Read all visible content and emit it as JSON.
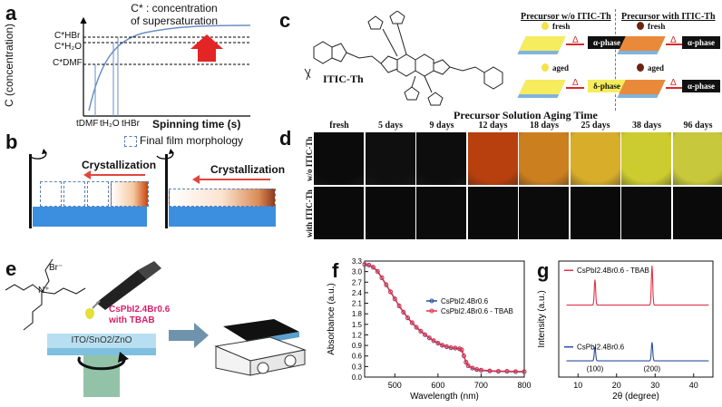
{
  "panel_labels": {
    "a": "a",
    "b": "b",
    "c": "c",
    "d": "d",
    "e": "e",
    "f": "f",
    "g": "g"
  },
  "panel_a": {
    "note_line1": "C* : concentration",
    "note_line2": "of supersaturation",
    "ylabel": "C (concentration)",
    "xlabel": "Spinning time (s)",
    "c_hbr": "C*HBr",
    "c_h2o": "C*H₂O",
    "c_dmf": "C*DMF",
    "t_dmf": "tDMF",
    "t_h2o": "tH₂O",
    "t_hbr": "tHBr"
  },
  "panel_b": {
    "legend": "Final film morphology",
    "crystallization_left": "Crystallization",
    "crystallization_right": "Crystallization"
  },
  "panel_c": {
    "molecule": "ITIC-Th",
    "wo_header": "Precursor w/o ITIC-Th",
    "with_header": "Precursor with ITIC-Th",
    "fresh": "fresh",
    "aged": "aged",
    "delta": "Δ",
    "alpha_phase": "α-phase",
    "delta_phase": "δ-phase"
  },
  "panel_d": {
    "title": "Precursor Solution Aging Time",
    "days": [
      "fresh",
      "5 days",
      "9 days",
      "12 days",
      "18 days",
      "25 days",
      "38 days",
      "96 days"
    ],
    "row_wo": "w/o ITIC-Th",
    "row_with": "with ITIC-Th",
    "wo_colors": [
      "#0b0b0b",
      "#0f0f0f",
      "#0d0d0d",
      "#b8400e",
      "#cc7f1f",
      "#d8ad2a",
      "#cccc30",
      "#c8c83c"
    ],
    "with_colors": [
      "#0a0a0a",
      "#0a0a0a",
      "#0b0b0b",
      "#0a0a0a",
      "#0b0b0b",
      "#0a0a0a",
      "#0b0b0b",
      "#0a0a0a"
    ]
  },
  "panel_e": {
    "bromide": "Br⁻",
    "n_plus": "N⁺",
    "solution_line1": "CsPbI2.4Br0.6",
    "solution_line2": "with TBAB",
    "substrate": "ITO/SnO2/ZnO"
  },
  "panel_f": {
    "chart_data": {
      "type": "line",
      "xlabel": "Wavelength (nm)",
      "ylabel": "Absorbance (a.u.)",
      "xlim": [
        430,
        800
      ],
      "ylim": [
        0.0,
        3.3
      ],
      "xticks": [
        500,
        600,
        700,
        800
      ],
      "yticks": [
        0.0,
        0.3,
        0.6,
        0.9,
        1.2,
        1.5,
        1.8,
        2.1,
        2.4,
        2.7,
        3.0,
        3.3
      ],
      "series": [
        {
          "name": "CsPbI2.4Br0.6",
          "color": "#2a4fa0",
          "x": [
            430,
            440,
            450,
            460,
            470,
            480,
            490,
            500,
            510,
            520,
            530,
            540,
            550,
            560,
            570,
            580,
            590,
            600,
            610,
            620,
            630,
            640,
            650,
            655,
            660,
            665,
            670,
            680,
            690,
            700,
            720,
            740,
            760,
            780,
            800
          ],
          "y": [
            3.2,
            3.18,
            3.12,
            3.0,
            2.82,
            2.62,
            2.42,
            2.22,
            2.02,
            1.84,
            1.68,
            1.54,
            1.41,
            1.3,
            1.2,
            1.11,
            1.03,
            0.96,
            0.9,
            0.86,
            0.83,
            0.82,
            0.8,
            0.77,
            0.6,
            0.42,
            0.32,
            0.25,
            0.21,
            0.19,
            0.17,
            0.16,
            0.16,
            0.15,
            0.15
          ]
        },
        {
          "name": "CsPbI2.4Br0.6 - TBAB",
          "color": "#e0344a",
          "x": [
            430,
            440,
            450,
            460,
            470,
            480,
            490,
            500,
            510,
            520,
            530,
            540,
            550,
            560,
            570,
            580,
            590,
            600,
            610,
            620,
            630,
            640,
            650,
            655,
            660,
            665,
            670,
            680,
            690,
            700,
            720,
            740,
            760,
            780,
            800
          ],
          "y": [
            3.21,
            3.19,
            3.13,
            3.01,
            2.83,
            2.63,
            2.43,
            2.23,
            2.03,
            1.85,
            1.69,
            1.55,
            1.42,
            1.31,
            1.21,
            1.12,
            1.04,
            0.97,
            0.91,
            0.87,
            0.84,
            0.83,
            0.81,
            0.78,
            0.61,
            0.43,
            0.33,
            0.26,
            0.22,
            0.2,
            0.18,
            0.17,
            0.17,
            0.16,
            0.16
          ]
        }
      ]
    }
  },
  "panel_g": {
    "chart_data": {
      "type": "line",
      "xlabel": "2θ (degree)",
      "ylabel": "Intensity (a.u.)",
      "xlim": [
        5,
        45
      ],
      "xticks": [
        10,
        20,
        30,
        40
      ],
      "peak_labels": [
        "(100)",
        "(200)"
      ],
      "series": [
        {
          "name": "CsPbI2.4Br0.6 - TBAB",
          "color": "#e0344a",
          "baseline": 0.62,
          "peaks": [
            {
              "x": 14.4,
              "h": 0.22
            },
            {
              "x": 29.2,
              "h": 0.34
            }
          ]
        },
        {
          "name": "CsPbI2.4Br0.6",
          "color": "#2a4fa0",
          "baseline": 0.14,
          "peaks": [
            {
              "x": 14.4,
              "h": 0.12
            },
            {
              "x": 29.2,
              "h": 0.16
            }
          ]
        }
      ]
    }
  }
}
